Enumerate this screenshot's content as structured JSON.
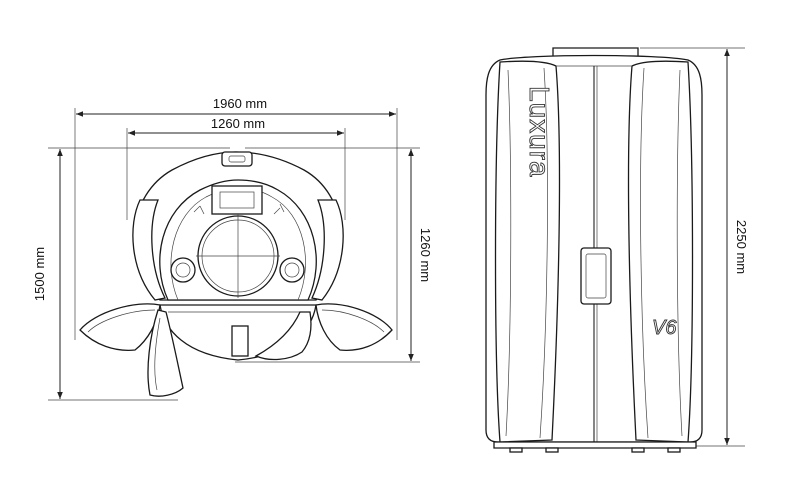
{
  "dimensions": {
    "top_width": "1960 mm",
    "inner_width": "1260 mm",
    "left_height": "1500 mm",
    "right_height": "1260 mm",
    "tower_height": "2250 mm"
  },
  "product": {
    "logo": "Luxura",
    "badge": "V6"
  },
  "colors": {
    "line": "#222222",
    "background": "#ffffff"
  }
}
